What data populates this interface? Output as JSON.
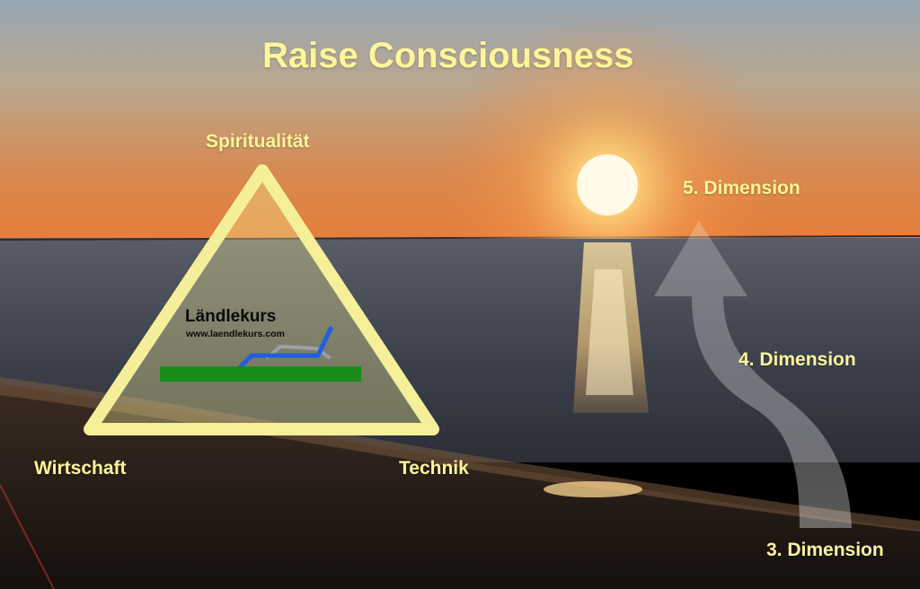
{
  "title": "Raise Consciousness",
  "triangle": {
    "top": "Spiritualität",
    "bottom_left": "Wirtschaft",
    "bottom_right": "Technik"
  },
  "logo": {
    "name": "Ländlekurs",
    "url": "www.laendlekurs.com"
  },
  "dimensions": {
    "d5": "5. Dimension",
    "d4": "4. Dimension",
    "d3": "3. Dimension"
  },
  "colors": {
    "label_text": "#fff59a",
    "triangle_border": "#f5ef9a",
    "logo_bar": "#1a8c1a",
    "logo_lounger": "#1f5fe0"
  }
}
